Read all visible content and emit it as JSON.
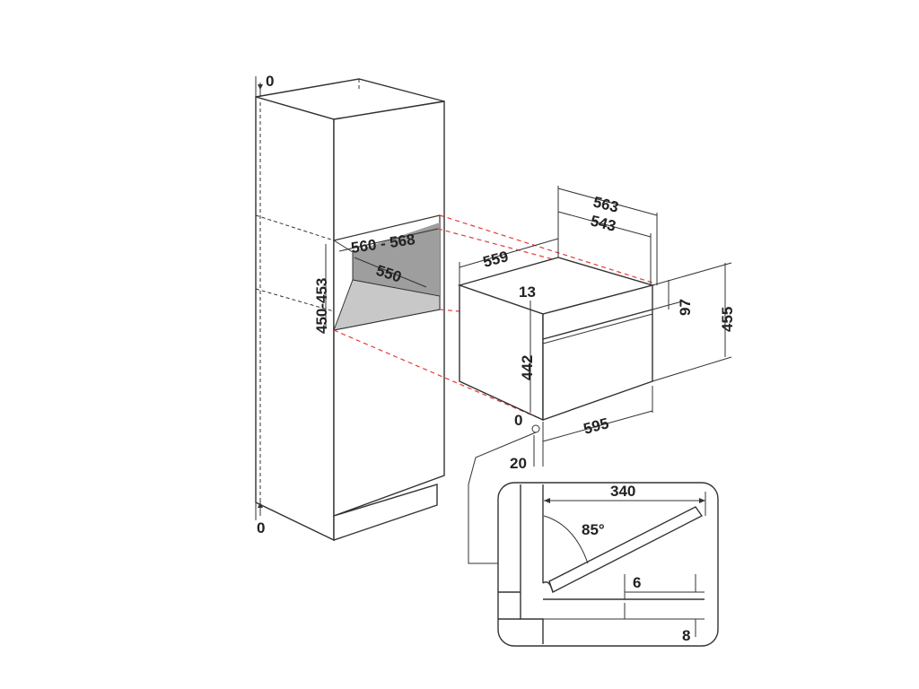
{
  "colors": {
    "outline": "#333333",
    "alignment_dash": "#e53935",
    "niche_back": "#9e9e9e",
    "niche_floor": "#c8c8c8"
  },
  "dimensions": {
    "cabinet_top_gap": "0",
    "cabinet_bottom_gap": "0",
    "niche_width": "560 - 568",
    "niche_depth": "550",
    "niche_height": "450-453",
    "oven_depth_body": "559",
    "oven_depth_total": "563",
    "oven_depth_inner": "543",
    "oven_top_offset": "13",
    "oven_panel_height": "97",
    "oven_total_height": "455",
    "oven_body_height": "442",
    "oven_width": "595",
    "oven_front_gap": "0",
    "oven_side_offset": "20"
  },
  "detail": {
    "door_width": "340",
    "door_angle": "85°",
    "gap_top": "6",
    "gap_bottom": "8"
  }
}
